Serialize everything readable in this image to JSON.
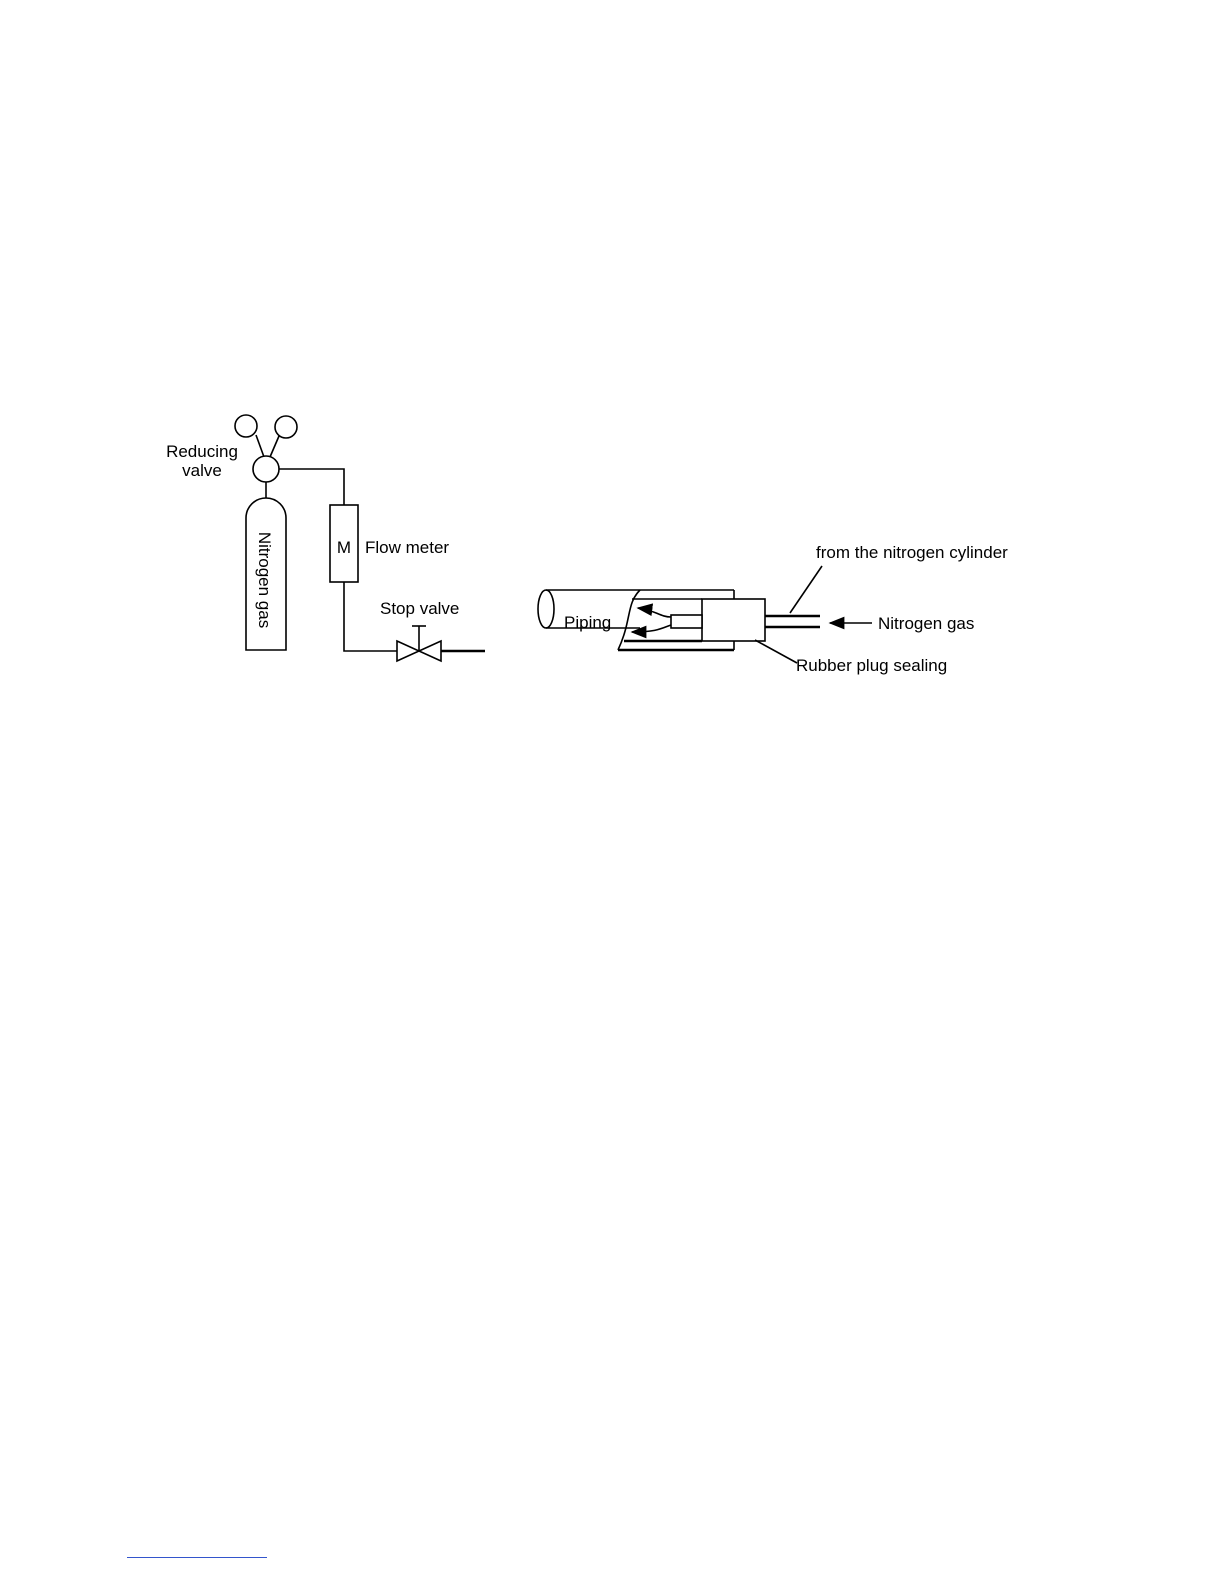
{
  "colors": {
    "ink": "#000000",
    "paper": "#ffffff",
    "footnote_rule": "#3355cc"
  },
  "left_figure": {
    "reducing_valve": {
      "line1": "Reducing",
      "line2": "valve"
    },
    "cylinder_label": "Nitrogen gas",
    "meter_symbol": "M",
    "flow_meter_label": "Flow meter",
    "stop_valve_label": "Stop valve"
  },
  "right_figure": {
    "piping_label": "Piping",
    "source_label": "from the nitrogen cylinder",
    "gas_label": "Nitrogen gas",
    "plug_label": "Rubber plug sealing"
  }
}
